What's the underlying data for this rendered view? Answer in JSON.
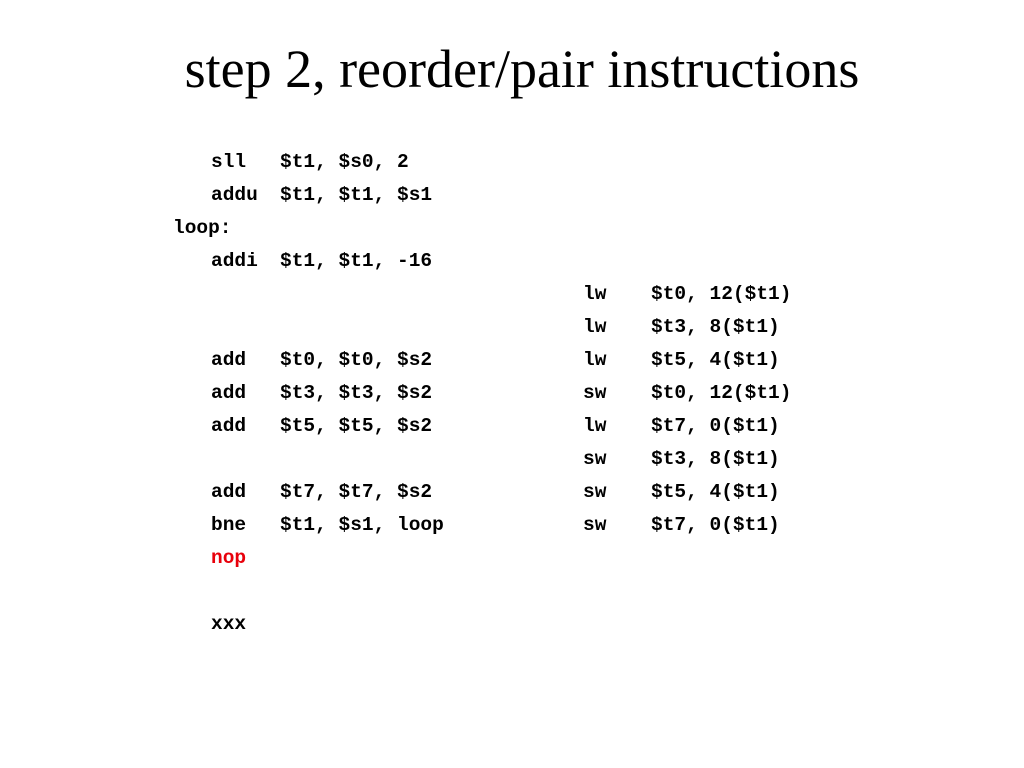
{
  "title": "step 2, reorder/pair instructions",
  "colors": {
    "text": "#000000",
    "highlight": "#e8000b",
    "background": "#ffffff"
  },
  "lines": [
    {
      "label": "",
      "op": "sll",
      "args": "$t1, $s0, 2",
      "op2": "",
      "args2": ""
    },
    {
      "label": "",
      "op": "addu",
      "args": "$t1, $t1, $s1",
      "op2": "",
      "args2": ""
    },
    {
      "label": "loop:",
      "op": "",
      "args": "",
      "op2": "",
      "args2": ""
    },
    {
      "label": "",
      "op": "addi",
      "args": "$t1, $t1, -16",
      "op2": "",
      "args2": ""
    },
    {
      "label": "",
      "op": "",
      "args": "",
      "op2": "lw",
      "args2": "$t0, 12($t1)"
    },
    {
      "label": "",
      "op": "",
      "args": "",
      "op2": "lw",
      "args2": "$t3, 8($t1)"
    },
    {
      "label": "",
      "op": "add",
      "args": "$t0, $t0, $s2",
      "op2": "lw",
      "args2": "$t5, 4($t1)"
    },
    {
      "label": "",
      "op": "add",
      "args": "$t3, $t3, $s2",
      "op2": "sw",
      "args2": "$t0, 12($t1)"
    },
    {
      "label": "",
      "op": "add",
      "args": "$t5, $t5, $s2",
      "op2": "lw",
      "args2": "$t7, 0($t1)"
    },
    {
      "label": "",
      "op": "",
      "args": "",
      "op2": "sw",
      "args2": "$t3, 8($t1)"
    },
    {
      "label": "",
      "op": "add",
      "args": "$t7, $t7, $s2",
      "op2": "sw",
      "args2": "$t5, 4($t1)"
    },
    {
      "label": "",
      "op": "bne",
      "args": "$t1, $s1, loop",
      "op2": "sw",
      "args2": "$t7, 0($t1)"
    },
    {
      "label": "",
      "op": "nop",
      "args": "",
      "op2": "",
      "args2": "",
      "highlight": true
    },
    {
      "label": "",
      "op": "",
      "args": "",
      "op2": "",
      "args2": ""
    },
    {
      "label": "",
      "op": "xxx",
      "args": "",
      "op2": "",
      "args2": ""
    }
  ]
}
